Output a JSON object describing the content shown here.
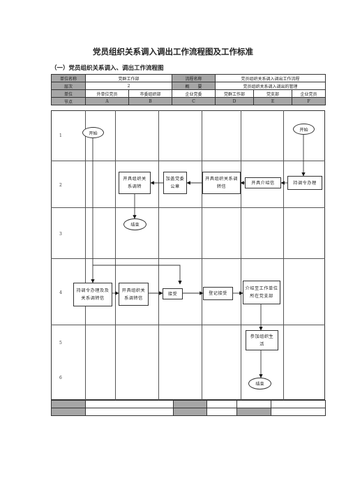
{
  "title": "党员组织关系调入调出工作流程图及工作标准",
  "section_title": "（一）党员组织关系调入、调出工作流程图",
  "header": {
    "row1": [
      "单位名称",
      "党群工作部",
      "流程名称",
      "党员组织关系调入调出工作流程"
    ],
    "row2": [
      "层次",
      "2",
      "概　　要",
      "党员组织关系调入调出的管理"
    ],
    "row3": [
      "单位",
      "外单位党员",
      "市委组织部",
      "企业党委",
      "党群工作部",
      "党支部",
      "企业党员"
    ],
    "row4": [
      "节点",
      "A",
      "B",
      "C",
      "D",
      "E",
      "F"
    ]
  },
  "stages": [
    "1",
    "2",
    "3",
    "4",
    "5",
    "6"
  ],
  "nodes": {
    "start_a": "开始",
    "start_f": "开始",
    "b2": "开具组织关系调转",
    "c2": "加盖党委公章",
    "d2": "开具组织关系调转信",
    "e2": "开具介绍信",
    "f2": "持调令办理",
    "end_b": "结束",
    "a4": "持调令办理及及关系调转信",
    "b4": "开具组织关系调转信",
    "c4": "接受",
    "d4": "登记接受",
    "e4": "介绍至工作单位所在党支部",
    "e5": "参加组织生　活",
    "end_e": "结束"
  }
}
